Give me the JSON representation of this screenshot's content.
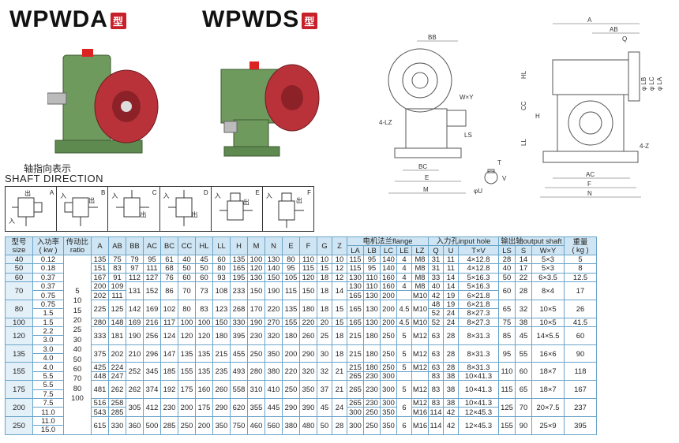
{
  "titles": {
    "left": "WPWDA",
    "left_badge": "型",
    "right": "WPWDS",
    "right_badge": "型"
  },
  "shaft_direction": {
    "cn": "轴指向表示",
    "en": "SHAFT DIRECTION",
    "cells": [
      {
        "letter": "A",
        "in": "入",
        "out": "出"
      },
      {
        "letter": "B",
        "in": "入",
        "out": "出"
      },
      {
        "letter": "C",
        "in": "入",
        "out": "出"
      },
      {
        "letter": "D",
        "in": "入",
        "out": "出"
      },
      {
        "letter": "E",
        "in": "入",
        "out": "出"
      },
      {
        "letter": "F",
        "in": "入",
        "out": "出"
      }
    ]
  },
  "drawing_labels": {
    "front": [
      "BB",
      "W×Y",
      "4-LZ",
      "LS",
      "BC",
      "E",
      "M"
    ],
    "side": [
      "A",
      "AB",
      "Q",
      "HL",
      "CC",
      "H",
      "LL",
      "φ LB",
      "φ LC",
      "φ LA",
      "4-Z",
      "AC",
      "F",
      "N"
    ],
    "shaft": [
      "T",
      "V",
      "φU"
    ]
  },
  "table": {
    "headers_top": [
      "型号\nsize",
      "入功率\n( kw )",
      "传动比\nratio",
      "A",
      "AB",
      "BB",
      "AC",
      "BC",
      "CC",
      "HL",
      "LL",
      "H",
      "M",
      "N",
      "E",
      "F",
      "G",
      "Z"
    ],
    "group_flange": "电机法兰flange",
    "group_input": "入力孔input hole",
    "group_output": "输出轴output shaft",
    "weight": "重量\n( kg )",
    "sub_flange": [
      "LA",
      "LB",
      "LC",
      "LE",
      "LZ"
    ],
    "sub_input": [
      "Q",
      "U",
      "T×V"
    ],
    "sub_output": [
      "LS",
      "S",
      "W×Y"
    ],
    "ratio_values": "5\n10\n15\n20\n25\n30\n40\n50\n60\n70\n80\n100",
    "rows": [
      {
        "size": "40",
        "kw": [
          "0.12"
        ],
        "A": [
          "135"
        ],
        "AB": [
          "75"
        ],
        "BB": "79",
        "AC": "95",
        "BC": "61",
        "CC": "40",
        "HL": "45",
        "LL": "60",
        "H": "135",
        "M": "100",
        "N": "130",
        "E": "80",
        "F": "110",
        "G": "10",
        "Z": "10",
        "LA": [
          "115"
        ],
        "LB": [
          "95"
        ],
        "LC": [
          "140"
        ],
        "LE": [
          "4"
        ],
        "LZ": [
          "M8"
        ],
        "Q": [
          "31"
        ],
        "U": [
          "11"
        ],
        "TV": [
          "4×12.8"
        ],
        "LS": "28",
        "S": "14",
        "WY": "5×3",
        "kg": "5"
      },
      {
        "size": "50",
        "kw": [
          "0.18"
        ],
        "A": [
          "151"
        ],
        "AB": [
          "83"
        ],
        "BB": "97",
        "AC": "111",
        "BC": "68",
        "CC": "50",
        "HL": "50",
        "LL": "80",
        "H": "165",
        "M": "120",
        "N": "140",
        "E": "95",
        "F": "115",
        "G": "15",
        "Z": "12",
        "LA": [
          "115"
        ],
        "LB": [
          "95"
        ],
        "LC": [
          "140"
        ],
        "LE": [
          "4"
        ],
        "LZ": [
          "M8"
        ],
        "Q": [
          "31"
        ],
        "U": [
          "11"
        ],
        "TV": [
          "4×12.8"
        ],
        "LS": "40",
        "S": "17",
        "WY": "5×3",
        "kg": "8"
      },
      {
        "size": "60",
        "kw": [
          "0.37"
        ],
        "A": [
          "167"
        ],
        "AB": [
          "91"
        ],
        "BB": "112",
        "AC": "127",
        "BC": "76",
        "CC": "60",
        "HL": "60",
        "LL": "93",
        "H": "195",
        "M": "130",
        "N": "150",
        "E": "105",
        "F": "120",
        "G": "18",
        "Z": "12",
        "LA": [
          "130"
        ],
        "LB": [
          "110"
        ],
        "LC": [
          "160"
        ],
        "LE": [
          "4"
        ],
        "LZ": [
          "M8"
        ],
        "Q": [
          "33"
        ],
        "U": [
          "14"
        ],
        "TV": [
          "5×16.3"
        ],
        "LS": "50",
        "S": "22",
        "WY": "6×3.5",
        "kg": "12.5"
      },
      {
        "size": "70",
        "kw": [
          "0.37",
          "0.75"
        ],
        "A": [
          "200",
          "202"
        ],
        "AB": [
          "109",
          "111"
        ],
        "BB": "131",
        "AC": "152",
        "BC": "86",
        "CC": "70",
        "HL": "73",
        "LL": "108",
        "H": "233",
        "M": "150",
        "N": "190",
        "E": "115",
        "F": "150",
        "G": "18",
        "Z": "14",
        "LA": [
          "130",
          "165"
        ],
        "LB": [
          "110",
          "130"
        ],
        "LC": [
          "160",
          "200"
        ],
        "LE": [
          "4",
          ""
        ],
        "LZ": [
          "M8",
          "M10"
        ],
        "Q": [
          "40",
          "42"
        ],
        "U": [
          "14",
          "19"
        ],
        "TV": [
          "5×16.3",
          "6×21.8"
        ],
        "LS": "60",
        "S": "28",
        "WY": "8×4",
        "kg": "17"
      },
      {
        "size": "80",
        "kw": [
          "0.75",
          "1.5"
        ],
        "A": [
          "225"
        ],
        "AB": [
          "125"
        ],
        "BB": "142",
        "AC": "169",
        "BC": "102",
        "CC": "80",
        "HL": "83",
        "LL": "123",
        "H": "268",
        "M": "170",
        "N": "220",
        "E": "135",
        "F": "180",
        "G": "18",
        "Z": "15",
        "LA": [
          "165"
        ],
        "LB": [
          "130"
        ],
        "LC": [
          "200"
        ],
        "LE": [
          "4.5"
        ],
        "LZ": [
          "M10"
        ],
        "Q": [
          "48",
          "52"
        ],
        "U": [
          "19",
          "24"
        ],
        "TV": [
          "6×21.8",
          "8×27.3"
        ],
        "LS": "65",
        "S": "32",
        "WY": "10×5",
        "kg": "26"
      },
      {
        "size": "100",
        "kw": [
          "1.5"
        ],
        "A": [
          "280"
        ],
        "AB": [
          "148"
        ],
        "BB": "169",
        "AC": "216",
        "BC": "117",
        "CC": "100",
        "HL": "100",
        "LL": "150",
        "H": "330",
        "M": "190",
        "N": "270",
        "E": "155",
        "F": "220",
        "G": "20",
        "Z": "15",
        "LA": [
          "165"
        ],
        "LB": [
          "130"
        ],
        "LC": [
          "200"
        ],
        "LE": [
          "4.5"
        ],
        "LZ": [
          "M10"
        ],
        "Q": [
          "52"
        ],
        "U": [
          "24"
        ],
        "TV": [
          "8×27.3"
        ],
        "LS": "75",
        "S": "38",
        "WY": "10×5",
        "kg": "41.5"
      },
      {
        "size": "120",
        "kw": [
          "2.2",
          "3.0"
        ],
        "A": [
          "333"
        ],
        "AB": [
          "181"
        ],
        "BB": "190",
        "AC": "256",
        "BC": "124",
        "CC": "120",
        "HL": "120",
        "LL": "180",
        "H": "395",
        "M": "230",
        "N": "320",
        "E": "180",
        "F": "260",
        "G": "25",
        "Z": "18",
        "LA": [
          "215"
        ],
        "LB": [
          "180"
        ],
        "LC": [
          "250"
        ],
        "LE": [
          "5"
        ],
        "LZ": [
          "M12"
        ],
        "Q": [
          "63"
        ],
        "U": [
          "28"
        ],
        "TV": [
          "8×31.3"
        ],
        "LS": "85",
        "S": "45",
        "WY": "14×5.5",
        "kg": "60"
      },
      {
        "size": "135",
        "kw": [
          "3.0",
          "4.0"
        ],
        "A": [
          "375"
        ],
        "AB": [
          "202"
        ],
        "BB": "210",
        "AC": "296",
        "BC": "147",
        "CC": "135",
        "HL": "135",
        "LL": "215",
        "H": "455",
        "M": "250",
        "N": "350",
        "E": "200",
        "F": "290",
        "G": "30",
        "Z": "18",
        "LA": [
          "215"
        ],
        "LB": [
          "180"
        ],
        "LC": [
          "250"
        ],
        "LE": [
          "5"
        ],
        "LZ": [
          "M12"
        ],
        "Q": [
          "63"
        ],
        "U": [
          "28"
        ],
        "TV": [
          "8×31.3"
        ],
        "LS": "95",
        "S": "55",
        "WY": "16×6",
        "kg": "90"
      },
      {
        "size": "155",
        "kw": [
          "4.0",
          "5.5"
        ],
        "A": [
          "425",
          "448"
        ],
        "AB": [
          "224",
          "247"
        ],
        "BB": "252",
        "AC": "345",
        "BC": "185",
        "CC": "155",
        "HL": "135",
        "LL": "235",
        "H": "493",
        "M": "280",
        "N": "380",
        "E": "220",
        "F": "320",
        "G": "32",
        "Z": "21",
        "LA": [
          "215",
          "265"
        ],
        "LB": [
          "180",
          "230"
        ],
        "LC": [
          "250",
          "300"
        ],
        "LE": [
          "5",
          ""
        ],
        "LZ": [
          "M12",
          ""
        ],
        "Q": [
          "63",
          "83"
        ],
        "U": [
          "28",
          "38"
        ],
        "TV": [
          "8×31.3",
          "10×41.3"
        ],
        "LS": "110",
        "S": "60",
        "WY": "18×7",
        "kg": "118"
      },
      {
        "size": "175",
        "kw": [
          "5.5",
          "7.5"
        ],
        "A": [
          "481"
        ],
        "AB": [
          "262"
        ],
        "BB": "262",
        "AC": "374",
        "BC": "192",
        "CC": "175",
        "HL": "160",
        "LL": "260",
        "H": "558",
        "M": "310",
        "N": "410",
        "E": "250",
        "F": "350",
        "G": "37",
        "Z": "21",
        "LA": [
          "265"
        ],
        "LB": [
          "230"
        ],
        "LC": [
          "300"
        ],
        "LE": [
          "5"
        ],
        "LZ": [
          "M12"
        ],
        "Q": [
          "83"
        ],
        "U": [
          "38"
        ],
        "TV": [
          "10×41.3"
        ],
        "LS": "115",
        "S": "65",
        "WY": "18×7",
        "kg": "167"
      },
      {
        "size": "200",
        "kw": [
          "7.5",
          "11.0"
        ],
        "A": [
          "516",
          "543"
        ],
        "AB": [
          "258",
          "285"
        ],
        "BB": "305",
        "AC": "412",
        "BC": "230",
        "CC": "200",
        "HL": "175",
        "LL": "290",
        "H": "620",
        "M": "355",
        "N": "445",
        "E": "290",
        "F": "390",
        "G": "45",
        "Z": "24",
        "LA": [
          "265",
          "300"
        ],
        "LB": [
          "230",
          "250"
        ],
        "LC": [
          "300",
          "350"
        ],
        "LE": [
          "6"
        ],
        "LZ": [
          "M12",
          "M16"
        ],
        "Q": [
          "83",
          "114"
        ],
        "U": [
          "38",
          "42"
        ],
        "TV": [
          "10×41.3",
          "12×45.3"
        ],
        "LS": "125",
        "S": "70",
        "WY": "20×7.5",
        "kg": "237"
      },
      {
        "size": "250",
        "kw": [
          "11.0",
          "15.0"
        ],
        "A": [
          "615"
        ],
        "AB": [
          "330"
        ],
        "BB": "360",
        "AC": "500",
        "BC": "285",
        "CC": "250",
        "HL": "200",
        "LL": "350",
        "H": "750",
        "M": "460",
        "N": "560",
        "E": "380",
        "F": "480",
        "G": "50",
        "Z": "28",
        "LA": [
          "300"
        ],
        "LB": [
          "250"
        ],
        "LC": [
          "350"
        ],
        "LE": [
          "6"
        ],
        "LZ": [
          "M16"
        ],
        "Q": [
          "114"
        ],
        "U": [
          "42"
        ],
        "TV": [
          "12×45.3"
        ],
        "LS": "155",
        "S": "90",
        "WY": "25×9",
        "kg": "395"
      }
    ]
  }
}
